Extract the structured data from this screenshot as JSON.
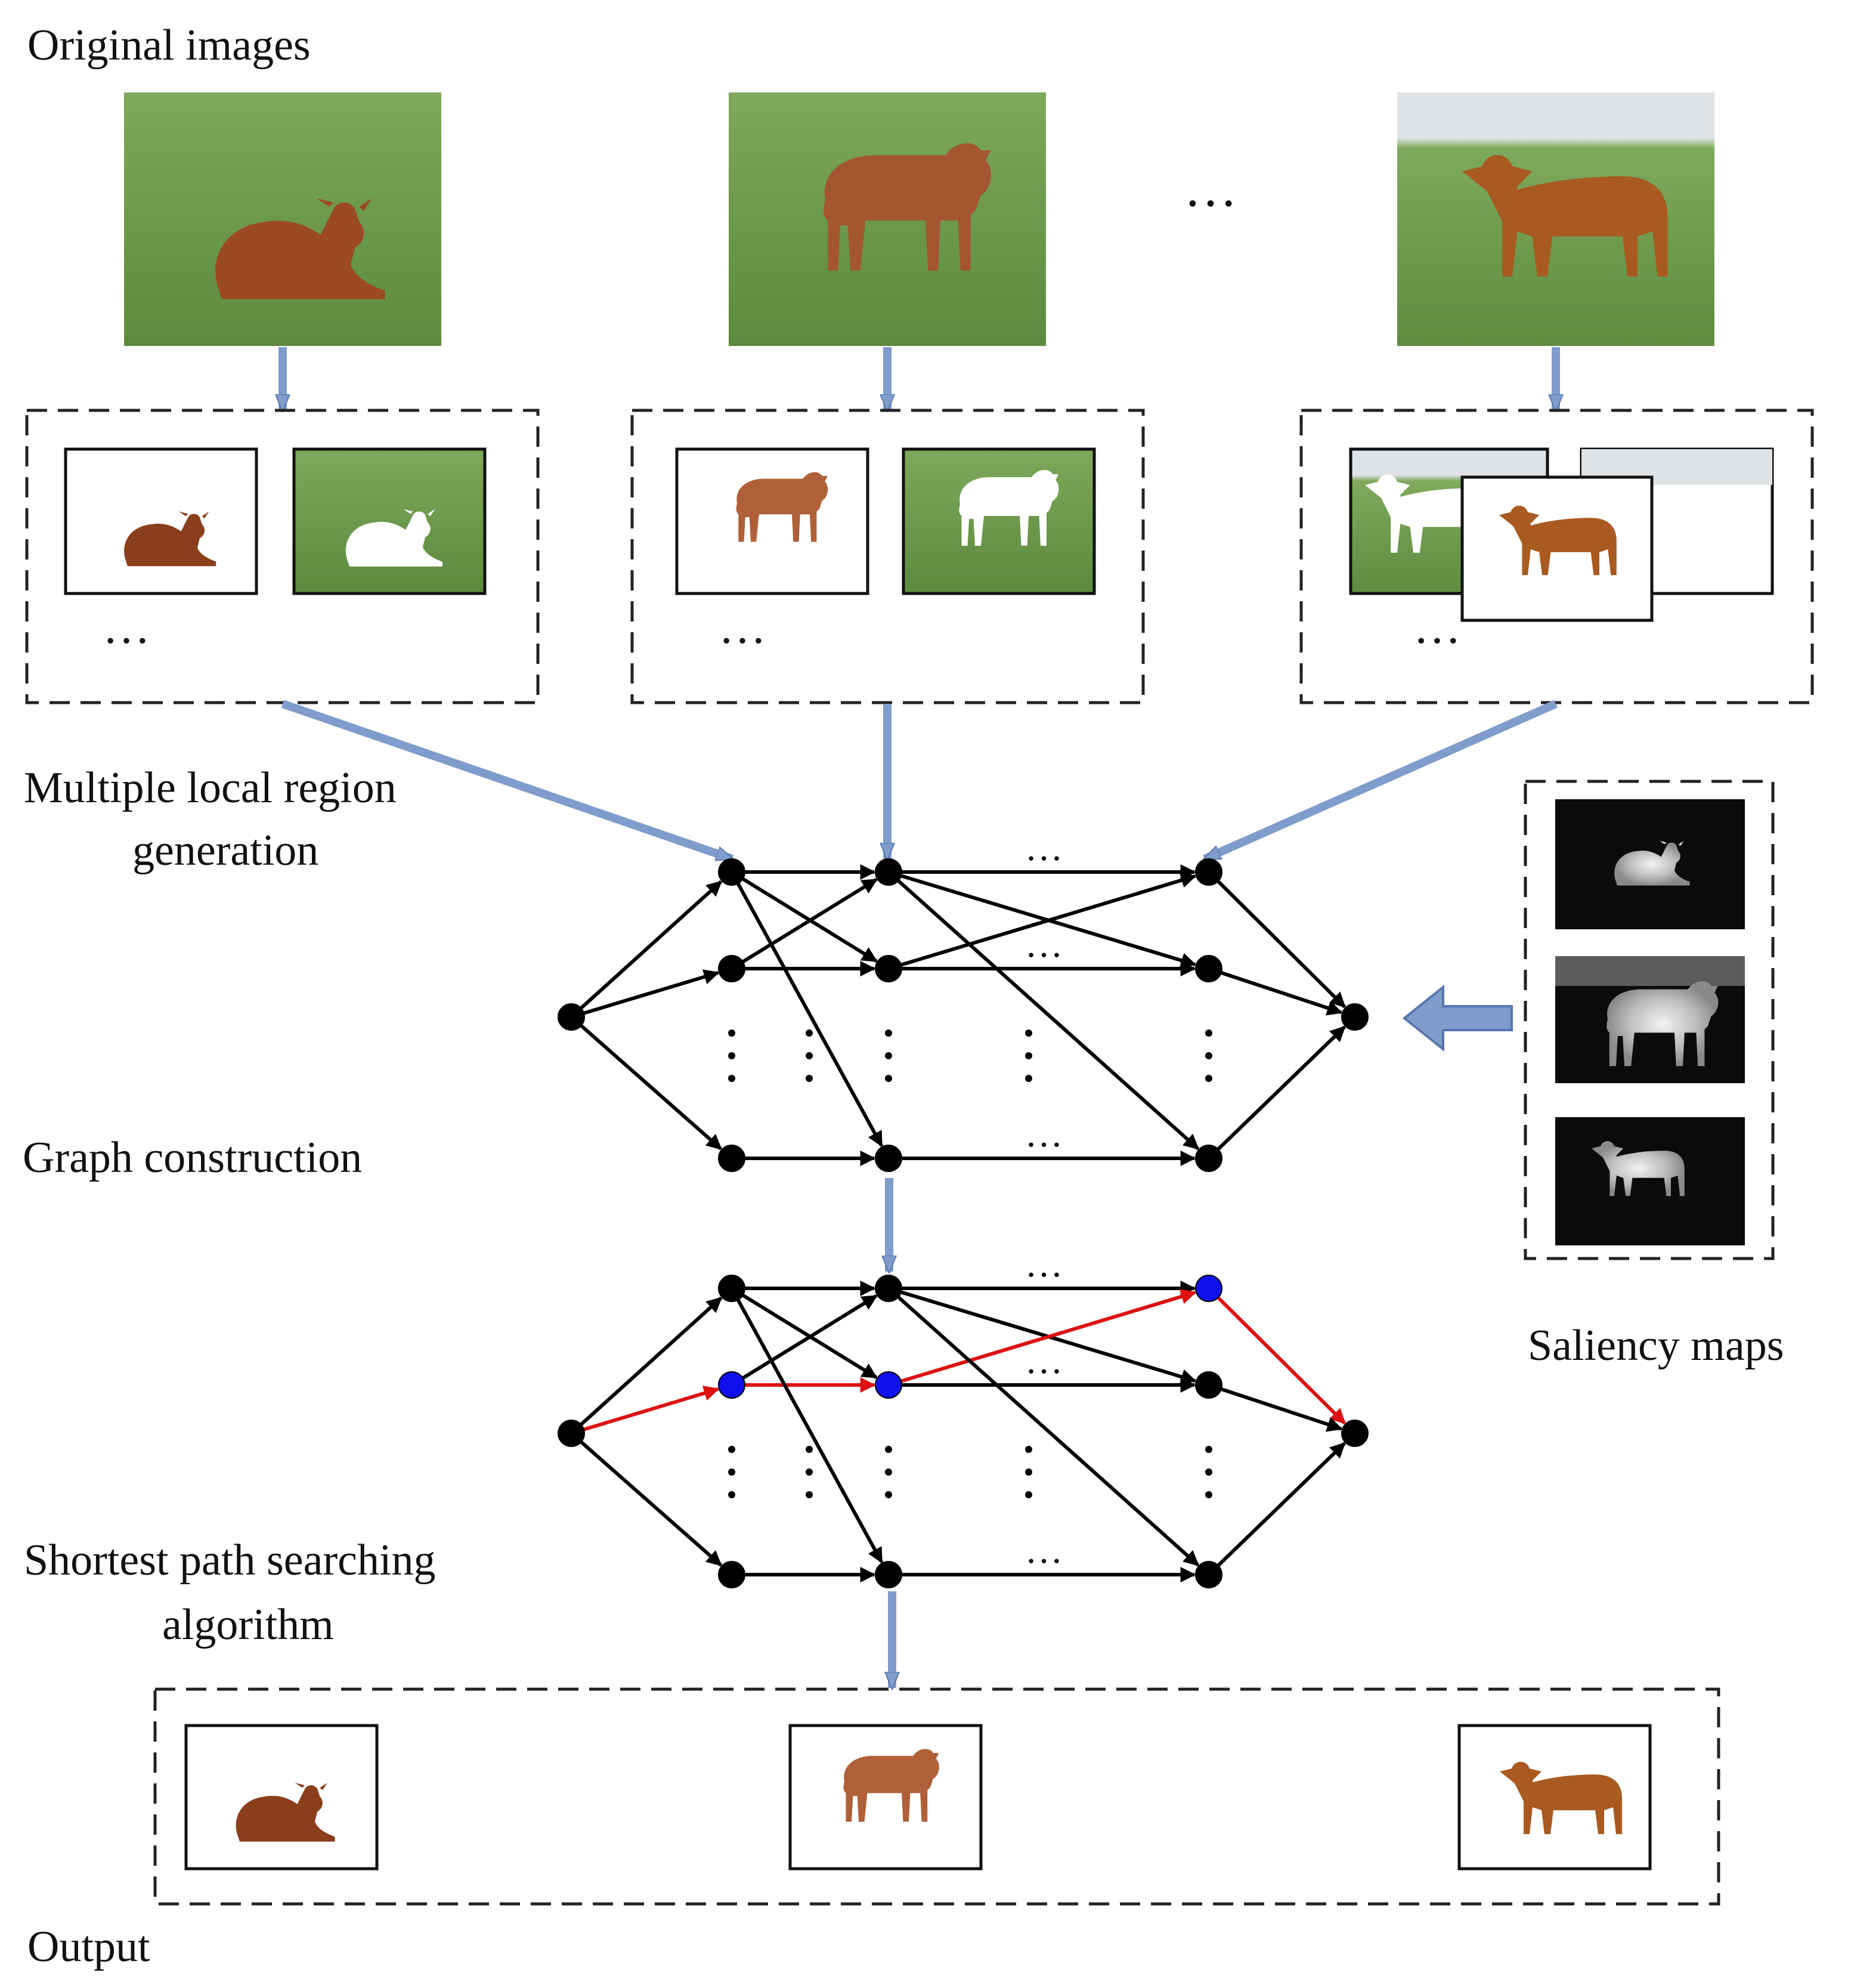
{
  "labels": {
    "original_images": "Original images",
    "region_generation_line1": "Multiple local region",
    "region_generation_line2": "generation",
    "graph_construction": "Graph construction",
    "shortest_path_line1": "Shortest path searching",
    "shortest_path_line2": "algorithm",
    "saliency_maps": "Saliency maps",
    "output": "Output"
  },
  "ellipsis": "…",
  "colors": {
    "flow_arrow": "#7f9ccc",
    "flow_arrow_stroke": "#5876ad",
    "edge": "#000000",
    "path_edge": "#dd1111",
    "path_node": "#1010ee",
    "node": "#000000",
    "grass": "#6f9a4c",
    "cow": "#9b4a22"
  },
  "images": [
    {
      "name": "cow-lying",
      "pose": "lying"
    },
    {
      "name": "cow-standing-left",
      "pose": "standing"
    },
    {
      "name": "cow-standing-front",
      "pose": "standing-front"
    }
  ],
  "graph": {
    "source": "s",
    "sink": "t",
    "columns": 3,
    "rows_visible": 3
  },
  "shortest_path": [
    "s",
    "c1r2",
    "c2r2",
    "c3r1",
    "t"
  ]
}
